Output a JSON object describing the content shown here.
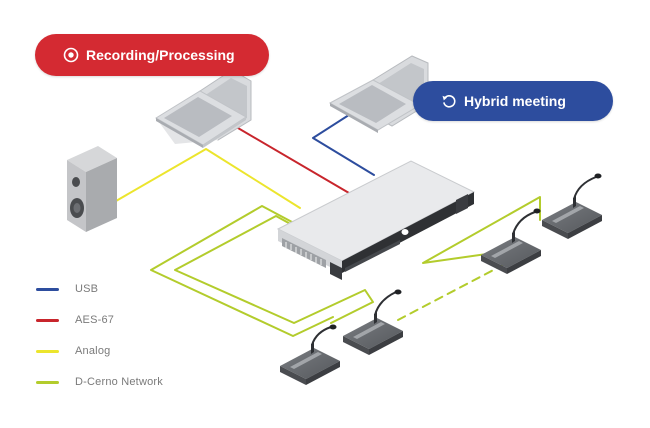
{
  "colors": {
    "recording": "#d42a32",
    "hybrid": "#2d4d9e",
    "usb": "#2d4d9e",
    "aes67": "#c8252c",
    "analog": "#ece52d",
    "dcerno": "#b3cc2c"
  },
  "badges": {
    "recording": {
      "label": "Recording/Processing",
      "icon": "record-target-icon"
    },
    "hybrid": {
      "label": "Hybrid meeting",
      "icon": "refresh-arrow-icon"
    }
  },
  "legend": {
    "items": [
      {
        "label": "USB",
        "color": "#2d4d9e"
      },
      {
        "label": "AES-67",
        "color": "#c8252c"
      },
      {
        "label": "Analog",
        "color": "#ece52d"
      },
      {
        "label": "D-Cerno Network",
        "color": "#b3cc2c"
      }
    ]
  },
  "devices": {
    "laptops": [
      "laptop-recording",
      "laptop-hybrid"
    ],
    "speaker": "loudspeaker",
    "processor": "rack-processor",
    "microphones": 4
  }
}
